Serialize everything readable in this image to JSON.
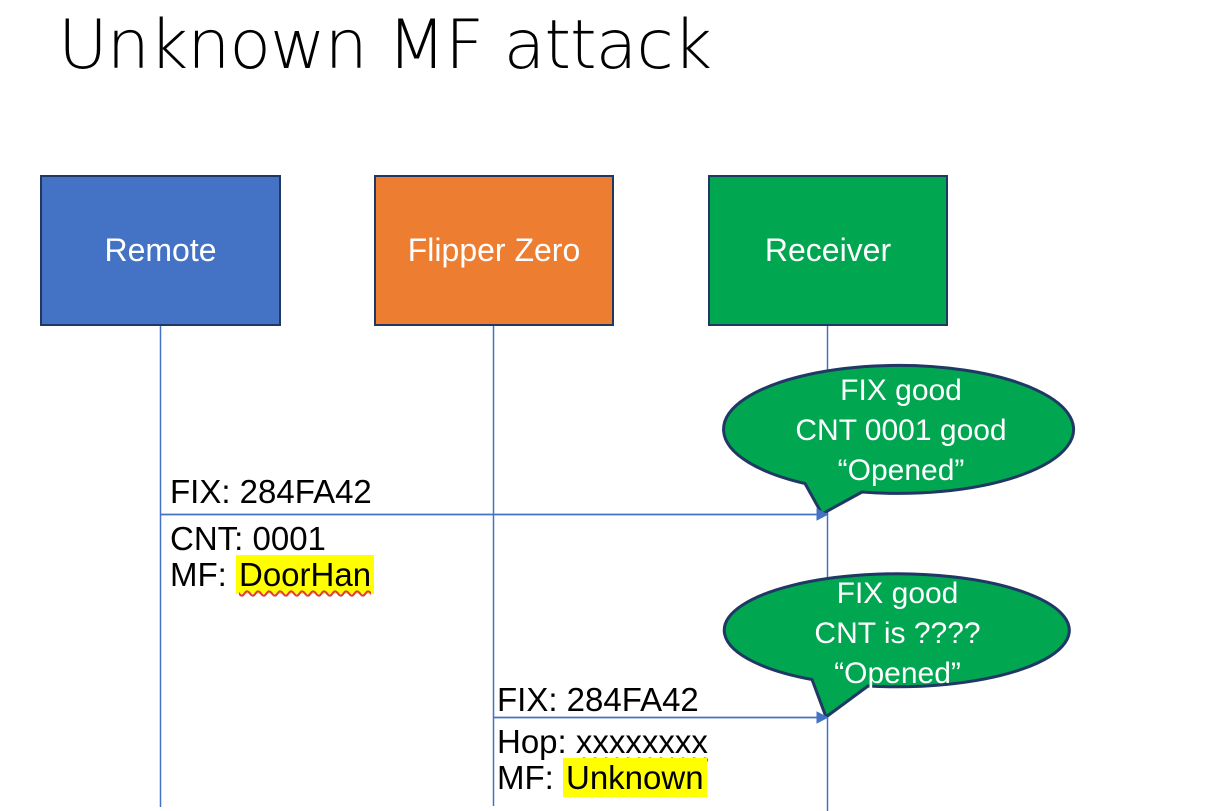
{
  "title": "Unknown MF attack",
  "actors": [
    {
      "label": "Remote"
    },
    {
      "label": "Flipper Zero"
    },
    {
      "label": "Receiver"
    }
  ],
  "messages": [
    {
      "above": "FIX: 284FA42",
      "row1_prefix": "CNT: ",
      "row1_value": "0001",
      "row2_prefix": "MF: ",
      "row2_value": "DoorHan"
    },
    {
      "above": "FIX: 284FA42",
      "row1_prefix": "Hop: ",
      "row1_value": "xxxxxxxx",
      "row2_prefix": "MF: ",
      "row2_value": "Unknown"
    }
  ],
  "bubbles": [
    {
      "lines": [
        "FIX good",
        "CNT 0001 good",
        "“Opened”"
      ]
    },
    {
      "lines": [
        "FIX good",
        "CNT is ????",
        "“Opened”"
      ]
    }
  ],
  "colors": {
    "remote_fill": "#4472C4",
    "flipper_fill": "#ED7D31",
    "receiver_fill": "#00A650",
    "callout_fill": "#00A650",
    "shape_outline": "#1F3864",
    "connector_blue": "#4472C4",
    "highlight_yellow": "#FFFF00",
    "spellcheck_red": "#E03C31",
    "title_text": "#000000",
    "actor_text": "#FFFFFF"
  }
}
